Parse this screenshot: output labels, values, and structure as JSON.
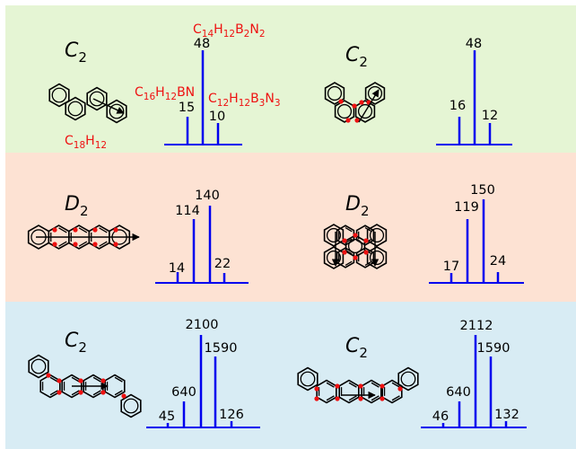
{
  "colors": {
    "row_top": "#e5f5d4",
    "row_mid": "#fde2d3",
    "row_bottom": "#d8ecf4",
    "spectrum": "#0000ee",
    "formula": "#ee1111",
    "ink": "#000000"
  },
  "formulas": {
    "top": [
      "C",
      "14",
      "H",
      "12",
      "B",
      "2",
      "N",
      "2"
    ],
    "left": [
      "C",
      "16",
      "H",
      "12",
      "BN"
    ],
    "right": [
      "C",
      "12",
      "H",
      "12",
      "B",
      "3",
      "N",
      "3"
    ],
    "bottom": [
      "C",
      "18",
      "H",
      "12"
    ]
  },
  "panels": [
    {
      "group_letter": "C",
      "group_sub": "2",
      "labels": [
        "15",
        "48",
        "10"
      ],
      "values": [
        15,
        48,
        10
      ]
    },
    {
      "group_letter": "C",
      "group_sub": "2",
      "labels": [
        "16",
        "48",
        "12"
      ],
      "values": [
        16,
        48,
        12
      ]
    },
    {
      "group_letter": "D",
      "group_sub": "2",
      "labels": [
        "14",
        "114",
        "140",
        "22"
      ],
      "values": [
        14,
        114,
        140,
        22
      ]
    },
    {
      "group_letter": "D",
      "group_sub": "2",
      "labels": [
        "17",
        "119",
        "150",
        "24"
      ],
      "values": [
        17,
        119,
        150,
        24
      ]
    },
    {
      "group_letter": "C",
      "group_sub": "2",
      "labels": [
        "45",
        "640",
        "2100",
        "1590",
        "126"
      ],
      "values": [
        45,
        640,
        2100,
        1590,
        126
      ]
    },
    {
      "group_letter": "C",
      "group_sub": "2",
      "labels": [
        "46",
        "640",
        "2112",
        "1590",
        "132"
      ],
      "values": [
        46,
        640,
        2112,
        1590,
        132
      ]
    }
  ]
}
